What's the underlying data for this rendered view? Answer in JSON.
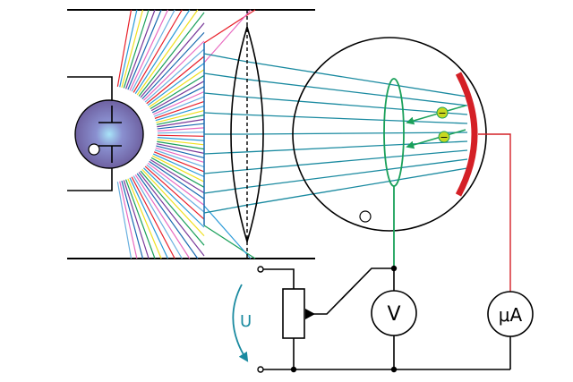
{
  "labels": {
    "voltage": "U",
    "voltmeter": "V",
    "ammeter": "μA",
    "charge_sign": "−"
  },
  "colors": {
    "spectrum": [
      "#e8202a",
      "#2a9ad8",
      "#f0e020",
      "#1aa05a",
      "#7a3a9a",
      "#1a6ab0",
      "#e86ac0",
      "#6ab0e0"
    ],
    "monochromatic_ray": "#1a8aa0",
    "photocathode": "#d42026",
    "anode_wire": "#1aa05a",
    "electron": "#c8d820",
    "lamp": "#7a6aa8",
    "voltage_arrow": "#1a8aa0",
    "circuit": "#000000"
  },
  "icons": [
    "lamp-icon",
    "lens-icon",
    "photocell-icon",
    "rheostat-icon",
    "voltmeter-icon",
    "ammeter-icon",
    "electron-icon",
    "curved-arrow-icon"
  ]
}
